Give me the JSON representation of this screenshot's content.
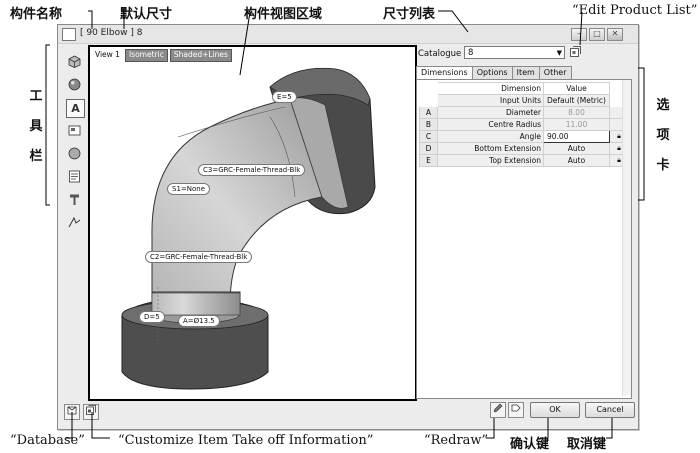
{
  "callouts": {
    "component_name": "构件名称",
    "default_size": "默认尺寸",
    "view_area": "构件视图区域",
    "size_list": "尺寸列表",
    "edit_product_list": "“Edit Product List”",
    "toolbar_chars": [
      "工",
      "具",
      "栏"
    ],
    "tabs_chars": [
      "选",
      "项",
      "卡"
    ],
    "database": "“Database”",
    "customize_takeoff": "“Customize Item Take off Information”",
    "redraw": "“Redraw”",
    "confirm_key": "确认键",
    "cancel_key": "取消键"
  },
  "window": {
    "title": "[ 90 Elbow ]",
    "default_size_value": "8"
  },
  "viewport": {
    "tabs": [
      "View 1",
      "Isometric",
      "Shaded+Lines"
    ],
    "labels": {
      "e": "E=5",
      "c3": "C3=GRC-Female-Thread-Blk",
      "s1": "S1=None",
      "c2": "C2=GRC-Female-Thread-Blk",
      "d": "D=5",
      "a": "A=Ø13.5"
    }
  },
  "panel": {
    "catalogue_label": "Catalogue",
    "catalogue_value": "8",
    "tabs": [
      "Dimensions",
      "Options",
      "Item",
      "Other"
    ],
    "header": {
      "dimension": "Dimension",
      "value": "Value"
    },
    "input_units": {
      "label": "Input Units",
      "value": "Default (Metric)"
    },
    "rows": [
      {
        "id": "A",
        "name": "Diameter",
        "value": "8.00"
      },
      {
        "id": "B",
        "name": "Centre Radius",
        "value": "11.00"
      },
      {
        "id": "C",
        "name": "Angle",
        "value": "90.00"
      },
      {
        "id": "D",
        "name": "Bottom Extension",
        "value": "Auto"
      },
      {
        "id": "E",
        "name": "Top Extension",
        "value": "Auto"
      }
    ]
  },
  "buttons": {
    "ok": "OK",
    "cancel": "Cancel"
  },
  "icons": {
    "lock": "lock-icon",
    "redraw": "brush-icon",
    "database": "database-icon"
  }
}
